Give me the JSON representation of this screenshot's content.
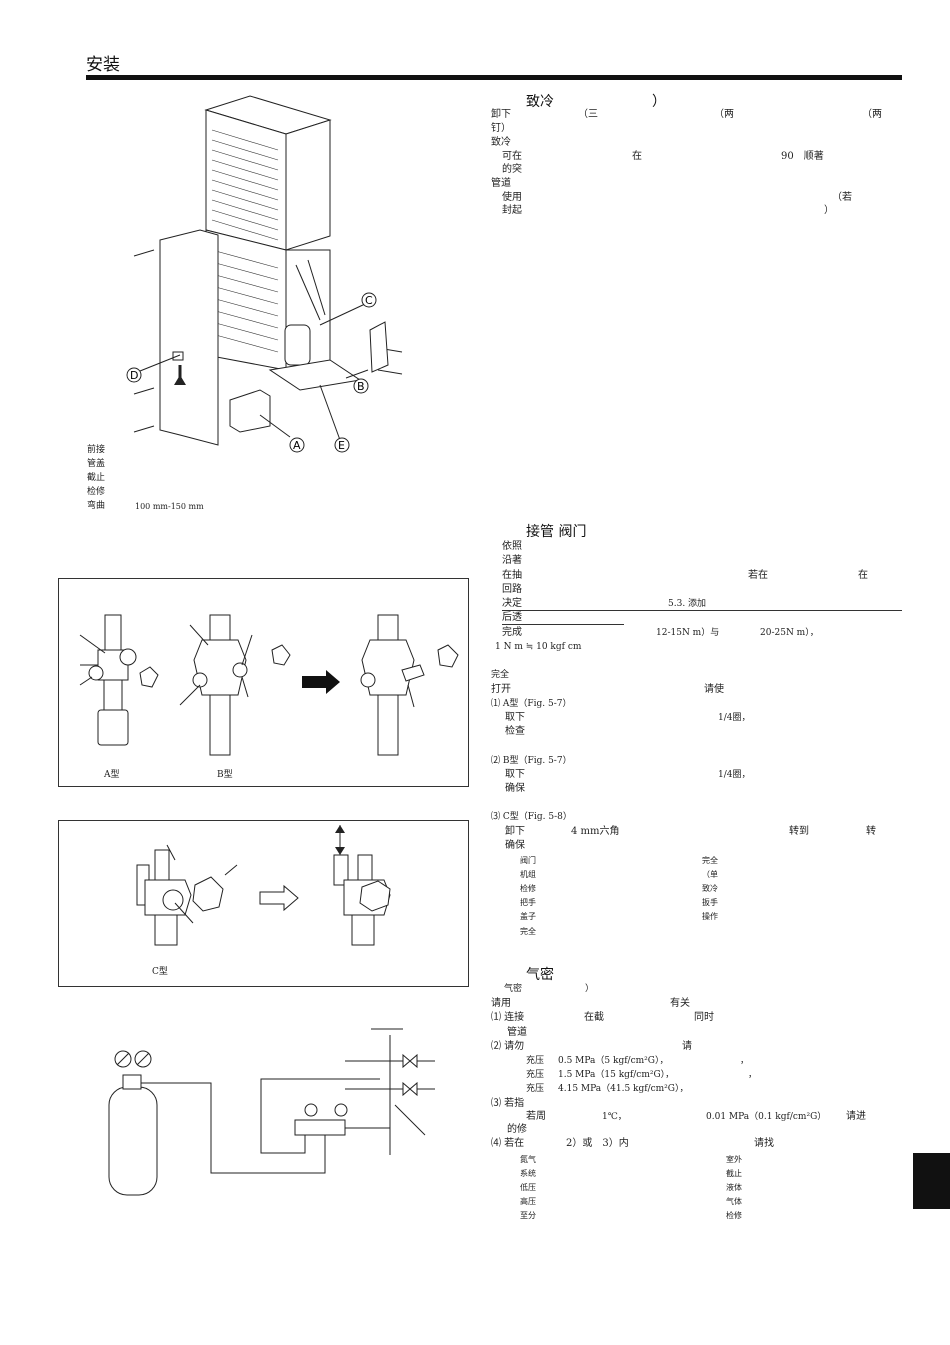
{
  "header": {
    "title": "安装"
  },
  "figure_labels": {
    "unit": [
      "C",
      "B",
      "D",
      "A",
      "E"
    ],
    "legend": [
      "前接",
      "管盖",
      "截止",
      "检修",
      "弯曲"
    ],
    "bend_range": "100 mm-150 mm",
    "type_a": "A型",
    "type_b": "B型",
    "type_c": "C型"
  },
  "section1": {
    "heading": "致冷　　　　　　　）",
    "lines": [
      {
        "a": "卸下",
        "b": "（三",
        "c": "（两",
        "d": "（两"
      },
      {
        "a": "钉）"
      },
      {
        "a": "致冷"
      },
      {
        "a": "可在",
        "b": "在",
        "c": "90　顺著"
      },
      {
        "a": "的突"
      },
      {
        "a": "管道"
      },
      {
        "a": "使用",
        "d": "（若"
      },
      {
        "a": "封起",
        "d": "）"
      }
    ]
  },
  "section2": {
    "heading": "接管 阀门",
    "lines": [
      {
        "a": "依照"
      },
      {
        "a": "沿著"
      },
      {
        "a": "在抽",
        "b": "若在",
        "c": "在"
      },
      {
        "a": "回路"
      },
      {
        "a": "决定",
        "b": "5.3. 添加"
      },
      {
        "a": "后透"
      },
      {
        "a": "完成",
        "b": "12-15N m）与",
        "c": "20-25N m），"
      }
    ],
    "conversion": "1 N m ≒ 10 kgf cm",
    "sub_heading": "完全",
    "open_line": {
      "a": "打开",
      "b": "请使"
    },
    "type_a_title": "⑴ A型（Fig. 5-7）",
    "type_a_lines": [
      {
        "a": "取下",
        "b": "1/4圈，"
      },
      {
        "a": "检查"
      }
    ],
    "type_b_title": "⑵ B型（Fig. 5-7）",
    "type_b_lines": [
      {
        "a": "取下",
        "b": "1/4圈，"
      },
      {
        "a": "确保"
      }
    ],
    "type_c_title": "⑶ C型（Fig. 5-8）",
    "type_c_lines": [
      {
        "a": "卸下",
        "b": "4 mm六角",
        "c": "转到",
        "d": "转"
      },
      {
        "a": "确保"
      }
    ],
    "legend_left": [
      "阀门",
      "机组",
      "检修",
      "把手",
      "盖子",
      "完全"
    ],
    "legend_right": [
      "完全",
      "（单",
      "致冷",
      "扳手",
      "操作"
    ]
  },
  "section3": {
    "heading": "气密",
    "sub": "气密　　　　　　　）",
    "intro": {
      "a": "请用",
      "b": "有关"
    },
    "items": [
      {
        "n": "⑴ 连接",
        "b": "在截",
        "c": "同时"
      },
      {
        "n": "管道"
      },
      {
        "n": "⑵ 请勿",
        "b": "请"
      },
      {
        "n": "充压",
        "b": "0.5 MPa（5 kgf/cm²G），",
        "c": "，"
      },
      {
        "n": "充压",
        "b": "1.5 MPa（15 kgf/cm²G），",
        "c": "，"
      },
      {
        "n": "充压",
        "b": "4.15 MPa（41.5 kgf/cm²G），"
      },
      {
        "n": "⑶ 若指"
      },
      {
        "n": "若周",
        "b": "1℃，",
        "c": "0.01 MPa（0.1 kgf/cm²G）",
        "d": "请进"
      },
      {
        "n": "的修"
      },
      {
        "n": "⑷ 若在",
        "b": "2）或　3）内",
        "c": "请找"
      }
    ],
    "legend_left": [
      "氮气",
      "系统",
      "低压",
      "高压",
      "至分"
    ],
    "legend_right": [
      "室外",
      "截止",
      "液体",
      "气体",
      "检修"
    ]
  }
}
